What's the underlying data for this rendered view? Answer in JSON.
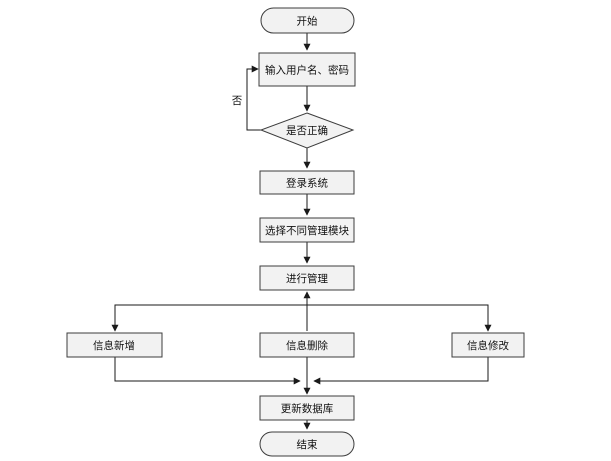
{
  "flowchart": {
    "start": "开始",
    "input": "输入用户名、密码",
    "decision": "是否正确",
    "no_label": "否",
    "login": "登录系统",
    "select": "选择不同管理模块",
    "manage": "进行管理",
    "add": "信息新增",
    "delete": "信息删除",
    "edit": "信息修改",
    "update": "更新数据库",
    "end": "结束"
  },
  "colors": {
    "fill": "#f2f2f2",
    "stroke": "#3c3c3c",
    "line": "#1a1a1a"
  }
}
